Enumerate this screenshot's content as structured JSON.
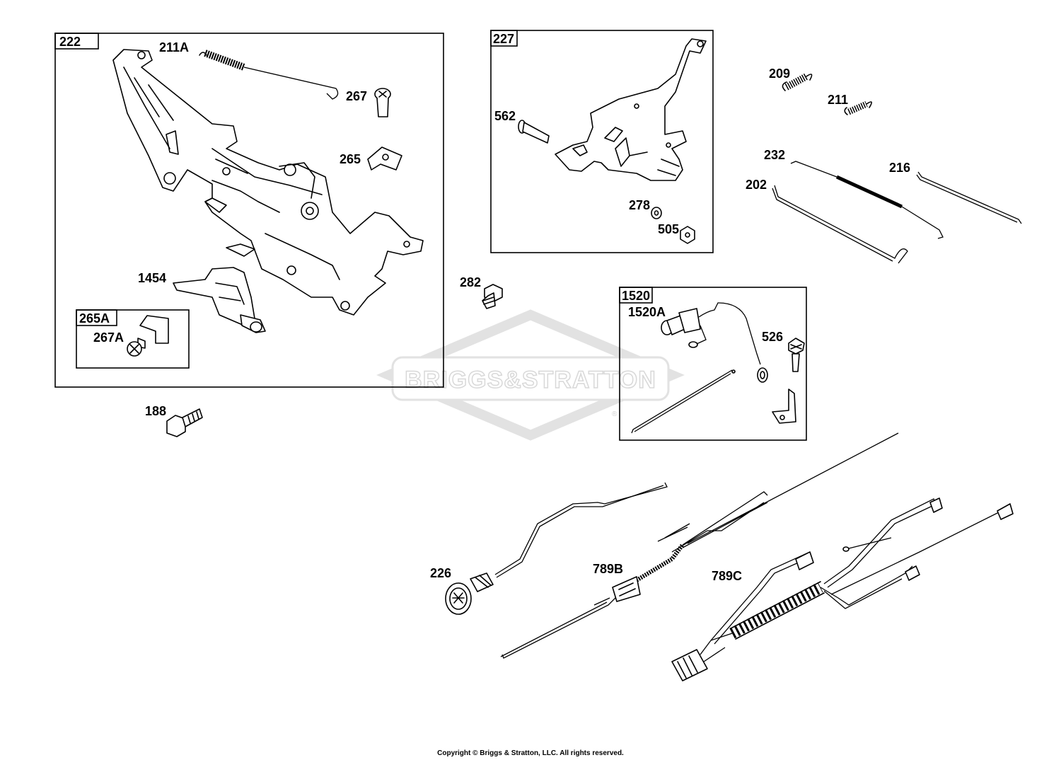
{
  "watermark": {
    "brand_text": "BRIGGS&STRATTON",
    "registered_mark": "®"
  },
  "group_boxes": [
    {
      "id": "222"
    },
    {
      "id": "265A"
    },
    {
      "id": "227"
    },
    {
      "id": "1520"
    }
  ],
  "callouts": {
    "p211A": "211A",
    "p267": "267",
    "p265": "265",
    "p1454": "1454",
    "p267A": "267A",
    "p188": "188",
    "p562": "562",
    "p278": "278",
    "p505": "505",
    "p209": "209",
    "p211": "211",
    "p232": "232",
    "p216": "216",
    "p202": "202",
    "p282": "282",
    "p1520A": "1520A",
    "p526": "526",
    "p226": "226",
    "p789B": "789B",
    "p789C": "789C"
  },
  "footer": {
    "copyright": "Copyright © Briggs & Stratton, LLC. All rights reserved."
  }
}
